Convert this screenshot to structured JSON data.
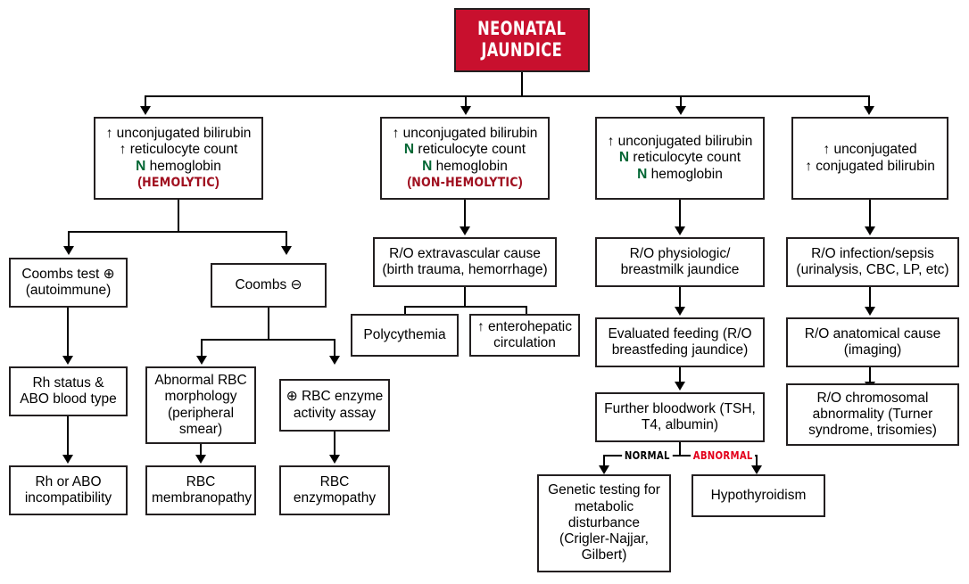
{
  "diagram": {
    "title": "Neonatal Jaundice diagnostic algorithm",
    "colors": {
      "title_background": "#C8102E",
      "title_text": "#FFFFFF",
      "normal_marker": "#006633",
      "hemolytic_label": "#A01020",
      "abnormal_label": "#E3001B",
      "box_border": "#231F20",
      "box_background": "#FFFFFF"
    },
    "root": {
      "line1": "NEONATAL",
      "line2": "JAUNDICE"
    },
    "branches": {
      "hemolytic": {
        "line1": "↑ unconjugated bilirubin",
        "line2": "↑ reticulocyte count",
        "line3_marker": "N",
        "line3": " hemoglobin",
        "line4": "HEMOLYTIC"
      },
      "non_hemolytic": {
        "line1": "↑ unconjugated bilirubin",
        "line2_marker": "N",
        "line2": " reticulocyte count",
        "line3_marker": "N",
        "line3": " hemoglobin",
        "line4": "NON-HEMOLYTIC"
      },
      "physiologic": {
        "line1": "↑ unconjugated bilirubin",
        "line2_marker": "N",
        "line2": " reticulocyte count",
        "line3_marker": "N",
        "line3": " hemoglobin"
      },
      "conjugated": {
        "line1": "↑ unconjugated",
        "line2": "↑ conjugated bilirubin"
      }
    },
    "column1": {
      "coombs_positive": {
        "line1": "Coombs test ⊕",
        "line2": "(autoimmune)"
      },
      "coombs_negative": {
        "line1": "Coombs ⊖"
      },
      "rh_abo": {
        "line1": "Rh status &",
        "line2": "ABO blood type"
      },
      "abnormal_rbc": {
        "line1": "Abnormal RBC",
        "line2": "morphology",
        "line3": "(peripheral",
        "line4": "smear)"
      },
      "rbc_enzyme": {
        "line1": "⊕ RBC enzyme",
        "line2": "activity assay"
      },
      "rh_abo_incompat": {
        "line1": "Rh or ABO",
        "line2": "incompatibility"
      },
      "rbc_membranopathy": {
        "line1": "RBC",
        "line2": "membranopathy"
      },
      "rbc_enzymopathy": {
        "line1": "RBC",
        "line2": "enzymopathy"
      }
    },
    "column2": {
      "extravascular": {
        "line1": "R/O extravascular cause",
        "line2": "(birth trauma, hemorrhage)"
      },
      "polycythemia": {
        "line1": "Polycythemia"
      },
      "enterohepatic": {
        "line1": "↑ enterohepatic",
        "line2": "circulation"
      }
    },
    "column3": {
      "physiologic_breastmilk": {
        "line1": "R/O physiologic/",
        "line2": "breastmilk jaundice"
      },
      "evaluated_feeding": {
        "line1": "Evaluated feeding (R/O",
        "line2": "breastfeding jaundice)"
      },
      "further_bloodwork": {
        "line1": "Further bloodwork (TSH,",
        "line2": "T4, albumin)"
      },
      "label_normal": "NORMAL",
      "label_abnormal": "ABNORMAL",
      "genetic_testing": {
        "line1": "Genetic testing for",
        "line2": "metabolic",
        "line3": "disturbance",
        "line4": "(Crigler-Najjar,",
        "line5": "Gilbert)"
      },
      "hypothyroidism": {
        "line1": "Hypothyroidism"
      }
    },
    "column4": {
      "infection_sepsis": {
        "line1": "R/O infection/sepsis",
        "line2": "(urinalysis, CBC, LP, etc)"
      },
      "anatomical": {
        "line1": "R/O anatomical cause",
        "line2": "(imaging)"
      },
      "chromosomal": {
        "line1": "R/O chromosomal",
        "line2": "abnormality (Turner",
        "line3": "syndrome, trisomies)"
      }
    }
  }
}
